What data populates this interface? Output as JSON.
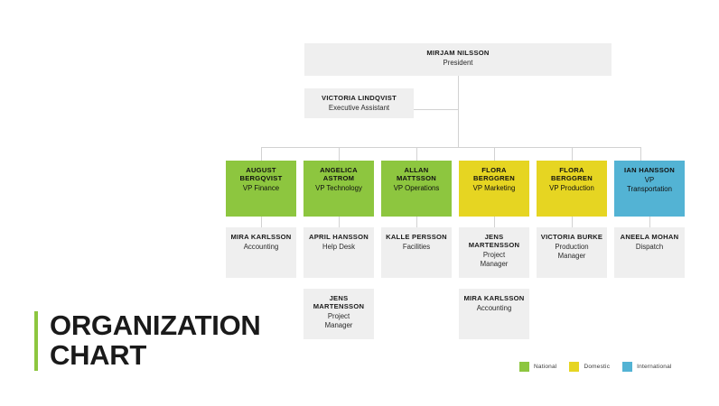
{
  "title": {
    "line1": "ORGANIZATION",
    "line2": "CHART",
    "accent_color": "#8dc63f"
  },
  "colors": {
    "green": "#8dc63f",
    "yellow": "#e6d522",
    "blue": "#53b3d4",
    "gray": "#efefef",
    "connector": "#d2d2d2"
  },
  "legend": {
    "items": [
      {
        "label": "National",
        "color": "#8dc63f",
        "swatch_name": "legend-swatch-national"
      },
      {
        "label": "Domestic",
        "color": "#e6d522",
        "swatch_name": "legend-swatch-domestic"
      },
      {
        "label": "International",
        "color": "#53b3d4",
        "swatch_name": "legend-swatch-international"
      }
    ]
  },
  "chart_data": {
    "type": "diagram",
    "subtype": "org-chart",
    "root": {
      "name": "MIRJAM NILSSON",
      "title": "President",
      "color": "gray"
    },
    "assistant": {
      "name": "VICTORIA LINDQVIST",
      "title": "Executive Assistant",
      "color": "gray"
    },
    "vps": [
      {
        "name": "AUGUST BERGQVIST",
        "name_l1": "AUGUST",
        "name_l2": "BERGQVIST",
        "title": "VP Finance",
        "color": "green",
        "category": "National"
      },
      {
        "name": "ANGELICA ASTROM",
        "name_l1": "ANGELICA",
        "name_l2": "ASTROM",
        "title": "VP Technology",
        "color": "green",
        "category": "National"
      },
      {
        "name": "ALLAN MATTSSON",
        "name_l1": "ALLAN MATTSSON",
        "name_l2": "",
        "title": "VP Operations",
        "color": "green",
        "category": "National"
      },
      {
        "name": "FLORA BERGGREN",
        "name_l1": "FLORA BERGGREN",
        "name_l2": "",
        "title": "VP Marketing",
        "color": "yellow",
        "category": "Domestic"
      },
      {
        "name": "FLORA BERGGREN",
        "name_l1": "FLORA BERGGREN",
        "name_l2": "",
        "title": "VP Production",
        "color": "yellow",
        "category": "Domestic"
      },
      {
        "name": "IAN HANSSON",
        "name_l1": "IAN HANSSON",
        "name_l2": "",
        "title": "VP Transportation",
        "title_l1": "VP",
        "title_l2": "Transportation",
        "color": "blue",
        "category": "International"
      }
    ],
    "reports_row1": [
      {
        "name_l1": "MIRA KARLSSON",
        "name_l2": "",
        "title_l1": "Accounting",
        "title_l2": "",
        "color": "gray"
      },
      {
        "name_l1": "APRIL HANSSON",
        "name_l2": "",
        "title_l1": "Help Desk",
        "title_l2": "",
        "color": "gray"
      },
      {
        "name_l1": "KALLE PERSSON",
        "name_l2": "",
        "title_l1": "Facilities",
        "title_l2": "",
        "color": "gray"
      },
      {
        "name_l1": "JENS",
        "name_l2": "MARTENSSON",
        "title_l1": "Project",
        "title_l2": "Manager",
        "color": "gray"
      },
      {
        "name_l1": "VICTORIA BURKE",
        "name_l2": "",
        "title_l1": "Production",
        "title_l2": "Manager",
        "color": "gray"
      },
      {
        "name_l1": "ANEELA MOHAN",
        "name_l2": "",
        "title_l1": "Dispatch",
        "title_l2": "",
        "color": "gray"
      }
    ],
    "reports_row2": [
      {
        "column": 2,
        "name_l1": "JENS",
        "name_l2": "MARTENSSON",
        "title_l1": "Project",
        "title_l2": "Manager",
        "color": "gray"
      },
      {
        "column": 4,
        "name_l1": "MIRA KARLSSON",
        "name_l2": "",
        "title_l1": "Accounting",
        "title_l2": "",
        "color": "gray"
      }
    ]
  }
}
